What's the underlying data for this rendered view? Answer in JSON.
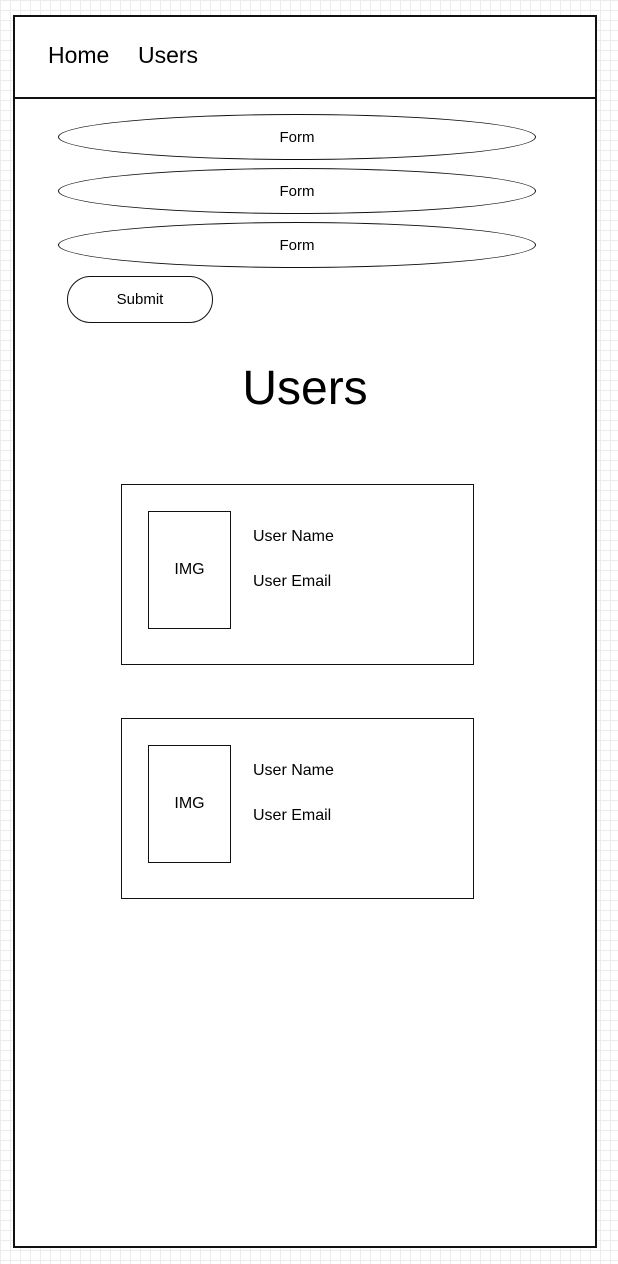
{
  "nav": {
    "links": [
      "Home",
      "Users"
    ]
  },
  "form": {
    "fields": [
      "Form",
      "Form",
      "Form"
    ],
    "submit_label": "Submit"
  },
  "users_section": {
    "title": "Users",
    "cards": [
      {
        "img_label": "IMG",
        "name": "User Name",
        "email": "User Email"
      },
      {
        "img_label": "IMG",
        "name": "User Name",
        "email": "User Email"
      }
    ]
  }
}
